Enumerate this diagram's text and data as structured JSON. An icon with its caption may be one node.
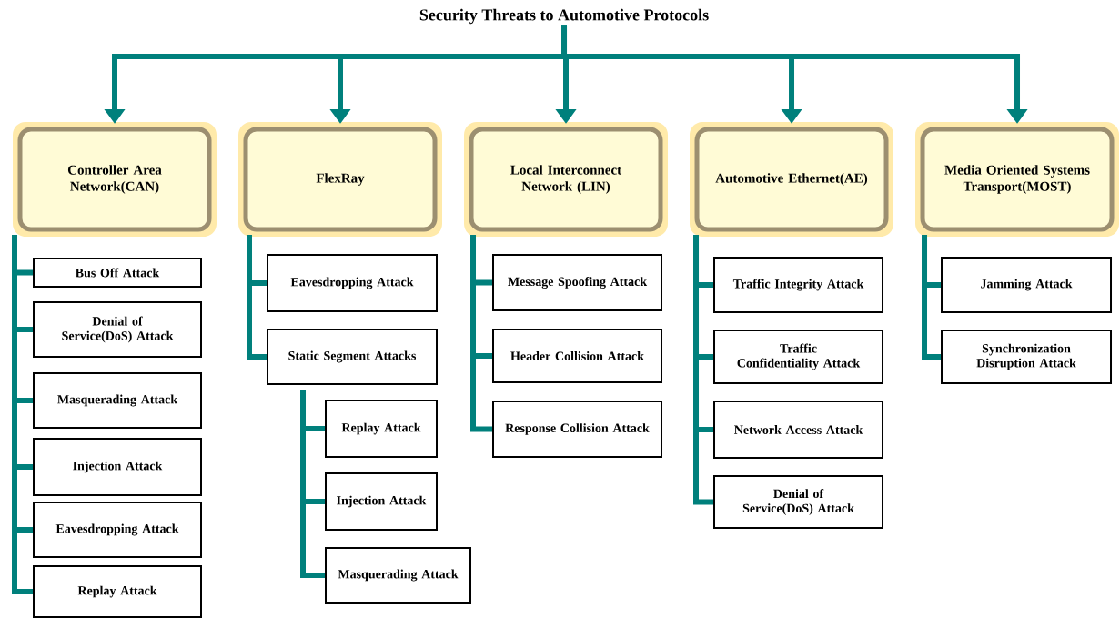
{
  "diagram": {
    "nodes": [
      {
        "text": [
          "Security Threats to Automotive Protocols"
        ]
      },
      {
        "text": [
          "Controller Area Network(CAN)"
        ]
      },
      {
        "text": [
          "Bus Off Attack"
        ]
      },
      {
        "text": [
          "Denial of Service(DoS) Attack"
        ]
      },
      {
        "text": [
          "Masquerading Attack"
        ]
      },
      {
        "text": [
          "Injection Attack"
        ]
      },
      {
        "text": [
          "Eavesdropping Attack"
        ]
      },
      {
        "text": [
          "Replay Attack"
        ]
      },
      {
        "text": [
          "FlexRay"
        ]
      },
      {
        "text": [
          "Eavesdropping Attack"
        ]
      },
      {
        "text": [
          "Static Segment Attacks"
        ]
      },
      {
        "text": [
          "Replay Attack"
        ]
      },
      {
        "text": [
          "Injection Attack"
        ]
      },
      {
        "text": [
          "Masquerading Attack"
        ]
      },
      {
        "text": [
          "Local Interconnect Network (LIN)"
        ]
      },
      {
        "text": [
          "Message Spoofing Attack"
        ]
      },
      {
        "text": [
          "Header Collision Attack"
        ]
      },
      {
        "text": [
          "Response Collision Attack"
        ]
      },
      {
        "text": [
          "Automotive Ethernet(AE)"
        ]
      },
      {
        "text": [
          "Traffic Integrity Attack"
        ]
      },
      {
        "text": [
          "Traffic Confidentiality Attack"
        ]
      },
      {
        "text": [
          "Network Access Attack"
        ]
      },
      {
        "text": [
          "Denial of Service(DoS) Attack"
        ]
      },
      {
        "text": [
          "Media Oriented Systems Transport(MOST)"
        ]
      },
      {
        "text": [
          "Jamming Attack"
        ]
      },
      {
        "text": [
          "Synchronization Disruption Attack"
        ]
      }
    ],
    "edges": [
      {
        "from": 0,
        "to": 1,
        "arrow": "to"
      },
      {
        "from": 0,
        "to": 8,
        "arrow": "to"
      },
      {
        "from": 0,
        "to": 14,
        "arrow": "to"
      },
      {
        "from": 0,
        "to": 18,
        "arrow": "to"
      },
      {
        "from": 0,
        "to": 23,
        "arrow": "to"
      },
      {
        "from": 1,
        "to": 2,
        "arrow": "none"
      },
      {
        "from": 1,
        "to": 3,
        "arrow": "none"
      },
      {
        "from": 1,
        "to": 4,
        "arrow": "none"
      },
      {
        "from": 1,
        "to": 5,
        "arrow": "none"
      },
      {
        "from": 1,
        "to": 6,
        "arrow": "none"
      },
      {
        "from": 1,
        "to": 7,
        "arrow": "none"
      },
      {
        "from": 8,
        "to": 9,
        "arrow": "none"
      },
      {
        "from": 8,
        "to": 10,
        "arrow": "none"
      },
      {
        "from": 10,
        "to": 11,
        "arrow": "none"
      },
      {
        "from": 10,
        "to": 12,
        "arrow": "none"
      },
      {
        "from": 10,
        "to": 13,
        "arrow": "none"
      },
      {
        "from": 14,
        "to": 15,
        "arrow": "none"
      },
      {
        "from": 14,
        "to": 16,
        "arrow": "none"
      },
      {
        "from": 14,
        "to": 17,
        "arrow": "none"
      },
      {
        "from": 18,
        "to": 19,
        "arrow": "none"
      },
      {
        "from": 18,
        "to": 20,
        "arrow": "none"
      },
      {
        "from": 18,
        "to": 21,
        "arrow": "none"
      },
      {
        "from": 18,
        "to": 22,
        "arrow": "none"
      },
      {
        "from": 23,
        "to": 24,
        "arrow": "none"
      },
      {
        "from": 23,
        "to": 25,
        "arrow": "none"
      }
    ]
  }
}
